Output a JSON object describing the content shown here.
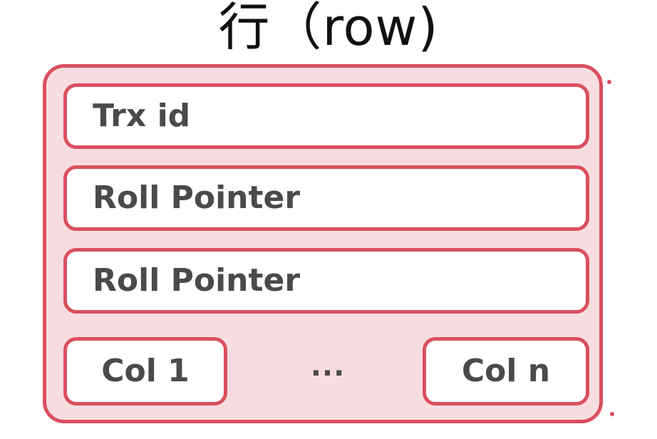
{
  "diagram": {
    "title": "行（row)",
    "fields": [
      {
        "label": "Trx id"
      },
      {
        "label": "Roll Pointer"
      },
      {
        "label": "Roll Pointer"
      }
    ],
    "columns": {
      "first": "Col 1",
      "ellipsis": "...",
      "last": "Col n"
    },
    "colors": {
      "border": "#d9505e",
      "container_fill": "#f8dde0",
      "field_fill": "#ffffff",
      "text": "#4a4a4a",
      "title": "#111111"
    }
  }
}
